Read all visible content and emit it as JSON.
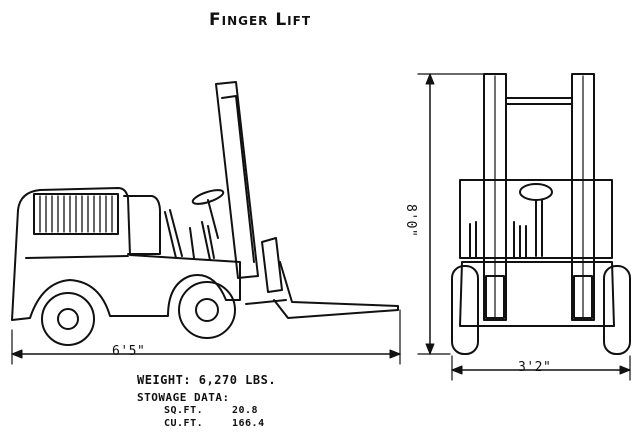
{
  "title": "Finger Lift",
  "dimensions": {
    "length": "6'5\"",
    "height": "8'0\"",
    "width": "3'2\""
  },
  "specs": {
    "weight": "WEIGHT: 6,270 LBS.",
    "stowage_heading": "STOWAGE DATA:",
    "sq_ft_label": "SQ.FT.",
    "sq_ft_value": "20.8",
    "cu_ft_label": "CU.FT.",
    "cu_ft_value": "166.4"
  },
  "colors": {
    "ink": "#111111",
    "paper": "#ffffff"
  }
}
